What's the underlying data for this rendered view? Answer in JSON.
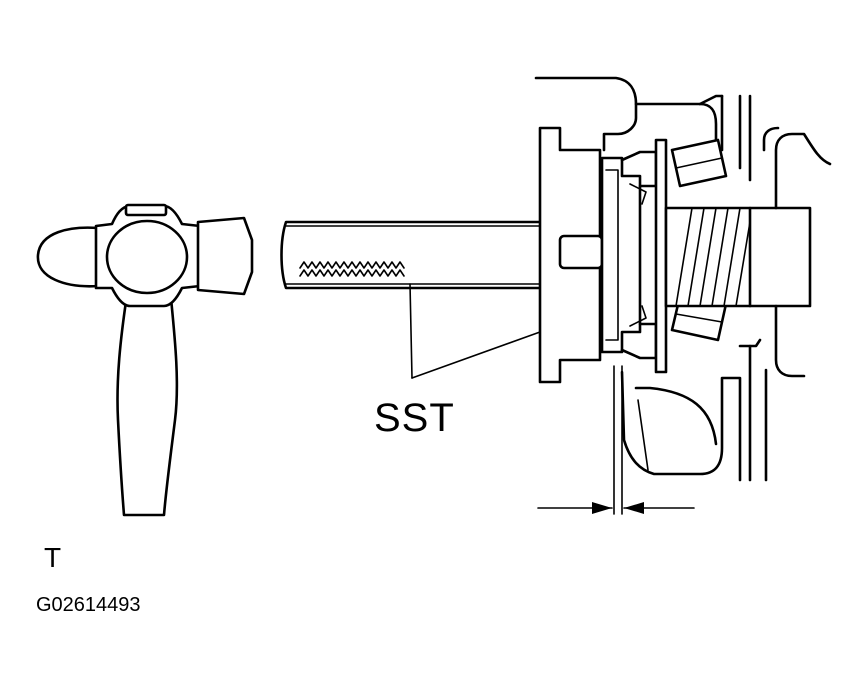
{
  "labels": {
    "tool": "SST",
    "mark": "T",
    "figure_code": "G02614493"
  },
  "colors": {
    "ink": "#000000",
    "paper": "#ffffff"
  }
}
